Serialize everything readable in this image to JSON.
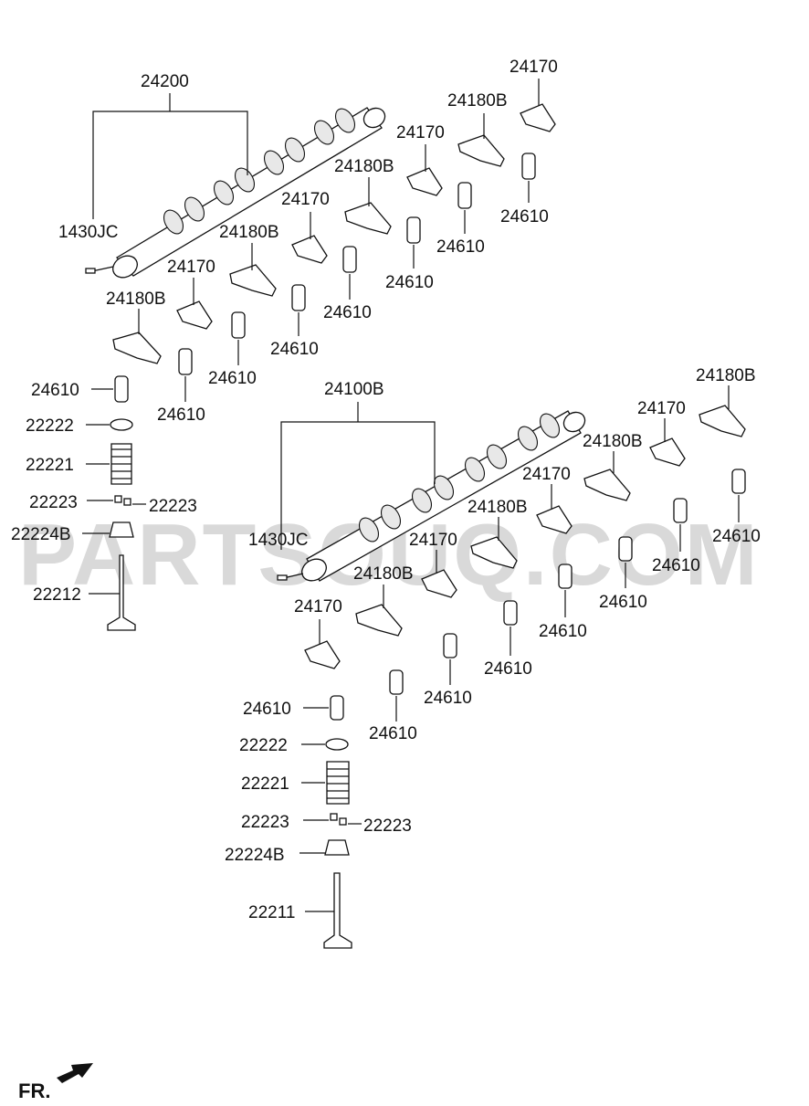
{
  "watermark": "PARTSOUQ.COM",
  "front_marker": "FR.",
  "labels": {
    "camshaft_upper": "24200",
    "camshaft_lower": "24100B",
    "pin_upper": "1430JC",
    "pin_lower": "1430JC",
    "rocker_arm": "24180B",
    "rocker_arm_b": "24170",
    "lash_adjuster": "24610",
    "retainer": "22222",
    "spring": "22221",
    "cotter": "22223",
    "seal": "22224B",
    "valve_exhaust": "22212",
    "valve_intake": "22211"
  }
}
